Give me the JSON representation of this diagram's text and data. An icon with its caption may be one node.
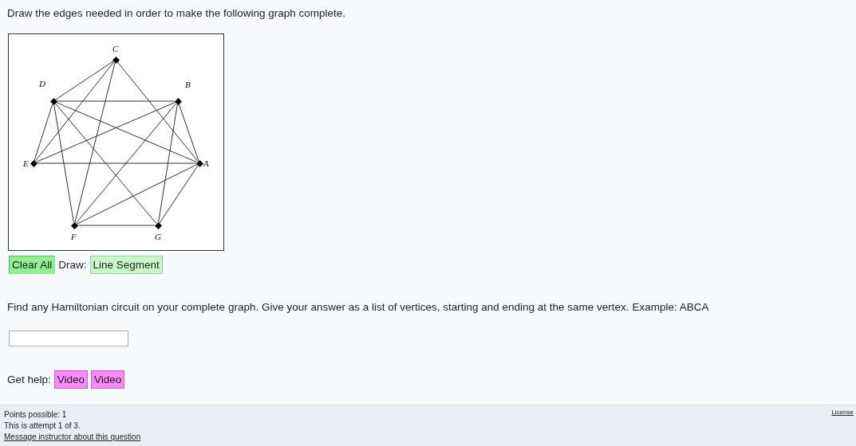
{
  "diagram": {
    "nodes": [
      {
        "text": [],
        "shape": "diamond",
        "beside": [
          "C"
        ]
      },
      {
        "text": [],
        "shape": "diamond",
        "beside": [
          "D"
        ]
      },
      {
        "text": [],
        "shape": "diamond",
        "beside": [
          "B"
        ]
      },
      {
        "text": [],
        "shape": "diamond",
        "beside": [
          "E"
        ]
      },
      {
        "text": [],
        "shape": "diamond",
        "beside": [
          "A"
        ]
      },
      {
        "text": [],
        "shape": "diamond",
        "beside": [
          "F"
        ]
      },
      {
        "text": [],
        "shape": "diamond",
        "beside": [
          "G"
        ]
      }
    ],
    "edges": [
      {
        "from": 0,
        "to": 1,
        "arrow": "none"
      },
      {
        "from": 0,
        "to": 3,
        "arrow": "none"
      },
      {
        "from": 0,
        "to": 5,
        "arrow": "none"
      },
      {
        "from": 0,
        "to": 4,
        "arrow": "none"
      },
      {
        "from": 1,
        "to": 2,
        "arrow": "none"
      },
      {
        "from": 1,
        "to": 3,
        "arrow": "none"
      },
      {
        "from": 1,
        "to": 5,
        "arrow": "none"
      },
      {
        "from": 1,
        "to": 4,
        "arrow": "none"
      },
      {
        "from": 1,
        "to": 6,
        "arrow": "none"
      },
      {
        "from": 2,
        "to": 3,
        "arrow": "none"
      },
      {
        "from": 2,
        "to": 5,
        "arrow": "none"
      },
      {
        "from": 2,
        "to": 6,
        "arrow": "none"
      },
      {
        "from": 2,
        "to": 4,
        "arrow": "none"
      },
      {
        "from": 3,
        "to": 4,
        "arrow": "none"
      },
      {
        "from": 4,
        "to": 5,
        "arrow": "none"
      },
      {
        "from": 4,
        "to": 6,
        "arrow": "none"
      },
      {
        "from": 5,
        "to": 6,
        "arrow": "none"
      }
    ],
    "labels": [
      "Draw the edges needed in order to make the following graph complete.",
      "Clear All",
      "Draw:",
      "Line Segment",
      "Find any Hamiltonian circuit on your complete graph. Give your answer as a list of vertices, starting and ending at the same vertex. Example: ABCA",
      "Get help:",
      "Video",
      "Video",
      "Points possible: 1",
      "License",
      "This is attempt 1 of 3.",
      "Message instructor about this question"
    ]
  }
}
